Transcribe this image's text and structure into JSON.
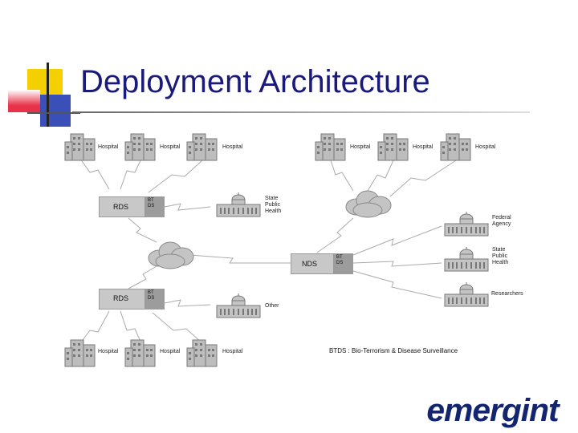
{
  "title": "Deployment Architecture",
  "nodes": {
    "hospital_label": "Hospital",
    "rds_label": "RDS",
    "nds_label": "NDS",
    "btds_line1": "BT",
    "btds_line2": "DS",
    "state_public_health": [
      "State",
      "Public",
      "Health"
    ],
    "other": "Other",
    "federal_agency": [
      "Federal",
      "Agency"
    ],
    "researchers": "Researchers"
  },
  "legend": {
    "text": "BTDS : Bio-Terrorism & Disease Surveillance"
  },
  "logo": {
    "text": "emergint",
    "color": "#12256e"
  },
  "colors": {
    "title": "#1a1a7a",
    "deco_yellow": "#f5d000",
    "deco_red": "#e8324a",
    "deco_blue": "#3a4fb8"
  }
}
